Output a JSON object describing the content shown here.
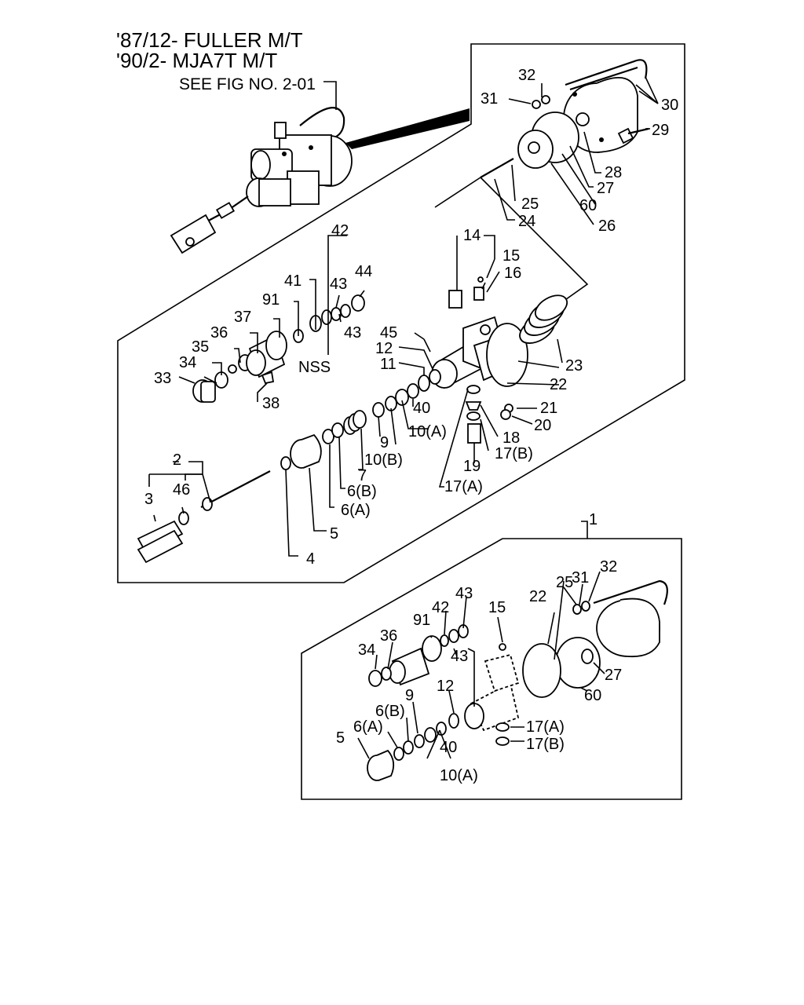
{
  "header": {
    "line1": "'87/12- FULLER M/T",
    "line2": "'90/2- MJA7T M/T",
    "see_fig": "SEE FIG NO. 2-01"
  },
  "callouts": {
    "c1": "1",
    "c2": "2",
    "c3": "3",
    "c4": "4",
    "c5": "5",
    "c6a": "6(A)",
    "c6b": "6(B)",
    "c7": "7",
    "c9": "9",
    "c10a": "10(A)",
    "c10b": "10(B)",
    "c11": "11",
    "c12": "12",
    "c14": "14",
    "c15": "15",
    "c16": "16",
    "c17a": "17(A)",
    "c17b": "17(B)",
    "c18": "18",
    "c19": "19",
    "c20": "20",
    "c21": "21",
    "c22": "22",
    "c23": "23",
    "c24": "24",
    "c25": "25",
    "c26": "26",
    "c27": "27",
    "c28": "28",
    "c29": "29",
    "c30": "30",
    "c31": "31",
    "c32": "32",
    "c33": "33",
    "c34": "34",
    "c35": "35",
    "c36": "36",
    "c37": "37",
    "c38": "38",
    "c40": "40",
    "c41": "41",
    "c42": "42",
    "c43": "43",
    "c44": "44",
    "c45": "45",
    "c46": "46",
    "c60": "60",
    "c91": "91",
    "nss": "NSS"
  }
}
